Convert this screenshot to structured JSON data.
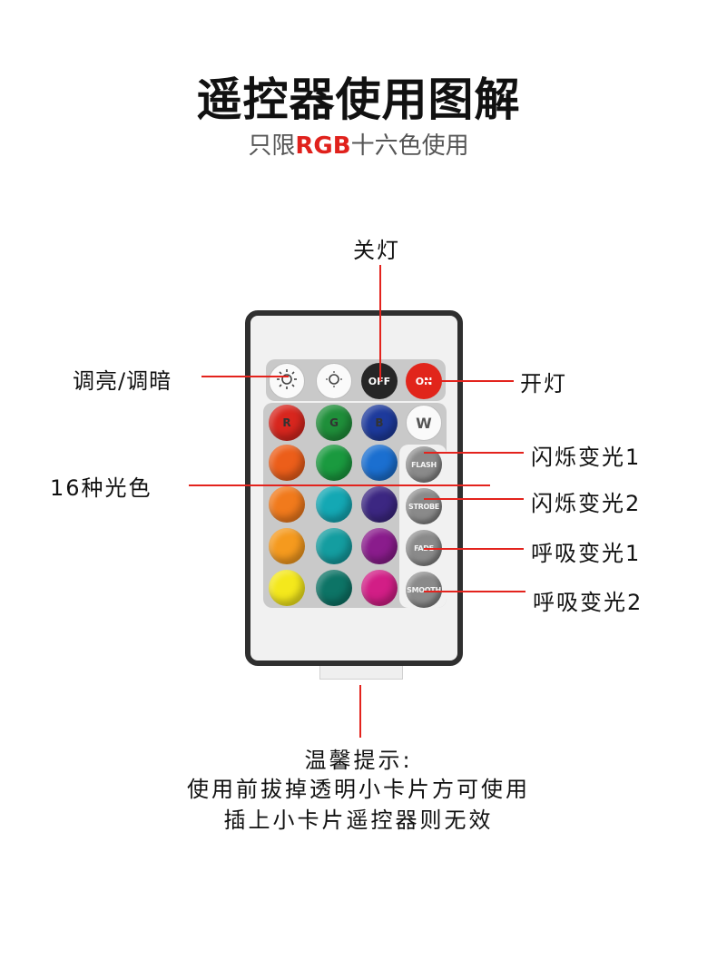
{
  "header": {
    "title": "遥控器使用图解",
    "subtitle_prefix": "只限",
    "subtitle_accent": "RGB",
    "subtitle_suffix": "十六色使用"
  },
  "callouts": {
    "off": "关灯",
    "on": "开灯",
    "brightness": "调亮/调暗",
    "colors16": "16种光色",
    "flash": "闪烁变光1",
    "strobe": "闪烁变光2",
    "fade": "呼吸变光1",
    "smooth": "呼吸变光2"
  },
  "remote": {
    "top_buttons": {
      "off": "OFF",
      "on": "ON"
    },
    "color_row_labels": {
      "r": "R",
      "g": "G",
      "b": "B",
      "w": "W"
    },
    "mode_buttons": {
      "flash": "FLASH",
      "strobe": "STROBE",
      "fade": "FADE",
      "smooth": "SMOOTH"
    },
    "colors": {
      "accent_red": "#e3231d",
      "r": "#d8261e",
      "g": "#1f8f3a",
      "b": "#1d3a9c",
      "orange1": "#ec5e1a",
      "green1": "#1a9a3f",
      "blue1": "#1b6fd0",
      "orange2": "#f17a1c",
      "cyan1": "#14a8b4",
      "purple1": "#3c2782",
      "orange3": "#f59a1e",
      "teal1": "#149da0",
      "purple2": "#8a1c8c",
      "yellow": "#f4e81c",
      "teal2": "#0d7466",
      "magenta": "#d21e86"
    }
  },
  "note": {
    "line1": "温馨提示:",
    "line2": "使用前拔掉透明小卡片方可使用",
    "line3": "插上小卡片遥控器则无效"
  }
}
